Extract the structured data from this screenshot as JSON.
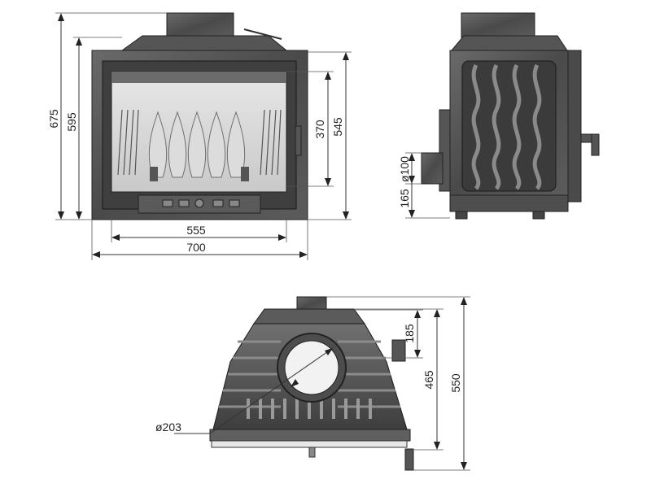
{
  "front_view": {
    "height_outer": "675",
    "height_frame": "595",
    "width_glass": "555",
    "width_outer": "700",
    "height_glass": "370",
    "height_door": "545"
  },
  "side_view": {
    "flue_diameter": "ø100",
    "flue_height": "165"
  },
  "top_view": {
    "outlet_diameter": "ø203",
    "depth_top": "185",
    "depth_mid": "465",
    "depth_total": "550"
  }
}
